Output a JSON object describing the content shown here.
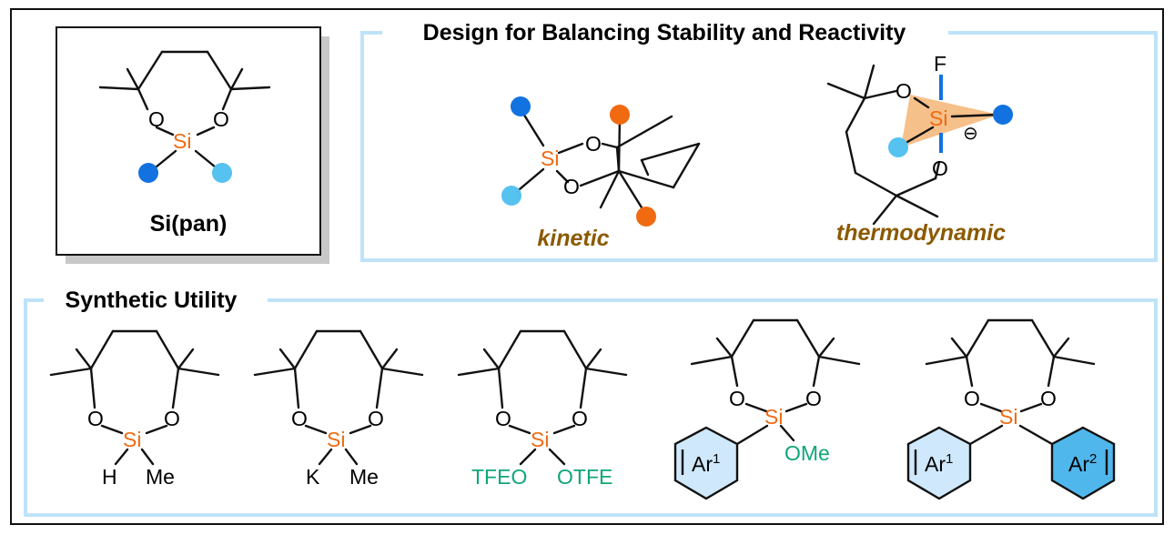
{
  "colors": {
    "silicon": "#F06A12",
    "green_label": "#10A67A",
    "dark_blue_dot": "#1272E0",
    "light_blue_dot": "#55C2F0",
    "panel_border": "#BEE3F8",
    "aryl_fill_light": "#CFE8FB",
    "aryl_fill_dark": "#4FB7EC",
    "orange_dot": "#F06A12",
    "wedge": "#F6C08A",
    "italic_label": "#8B5A00"
  },
  "sipan_box": {
    "label": "Si(pan)",
    "atoms": {
      "o_left": "O",
      "o_right": "O",
      "si": "Si"
    }
  },
  "design_panel": {
    "title": "Design for Balancing Stability and Reactivity",
    "kinetic": {
      "label": "kinetic",
      "atoms": {
        "si": "Si",
        "o_top": "O",
        "o_bottom": "O"
      }
    },
    "thermodynamic": {
      "label": "thermodynamic",
      "atoms": {
        "f": "F",
        "o_top": "O",
        "si": "Si",
        "o_bottom": "O",
        "charge": "⊖"
      }
    }
  },
  "utility_panel": {
    "title": "Synthetic Utility",
    "compounds": [
      {
        "o": "O",
        "si": "Si",
        "left_sub": "H",
        "right_sub": "Me"
      },
      {
        "o": "O",
        "si": "Si",
        "left_sub": "K",
        "right_sub": "Me"
      },
      {
        "o": "O",
        "si": "Si",
        "left_sub": "TFEO",
        "right_sub": "OTFE"
      },
      {
        "o": "O",
        "si": "Si",
        "aryl": "Ar",
        "aryl_sup": "1",
        "right_sub": "OMe"
      },
      {
        "o": "O",
        "si": "Si",
        "aryl1": "Ar",
        "aryl1_sup": "1",
        "aryl2": "Ar",
        "aryl2_sup": "2"
      }
    ]
  }
}
